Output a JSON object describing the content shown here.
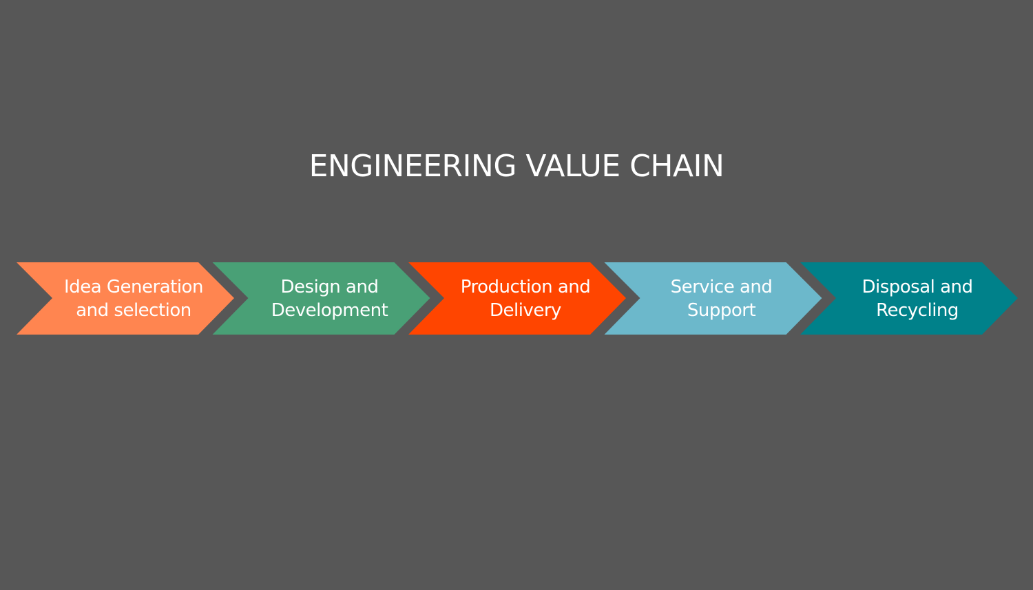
{
  "title": "ENGINEERING VALUE CHAIN",
  "stages": [
    {
      "label": "Idea Generation and selection",
      "lines": [
        "Idea Generation",
        "and selection"
      ],
      "color": "#FF8550"
    },
    {
      "label": "Design and Development",
      "lines": [
        "Design and",
        "Development"
      ],
      "color": "#49A076"
    },
    {
      "label": "Production and Delivery",
      "lines": [
        "Production and",
        "Delivery"
      ],
      "color": "#FF4500"
    },
    {
      "label": "Service and Support",
      "lines": [
        "Service and",
        "Support"
      ],
      "color": "#6CB8CB"
    },
    {
      "label": "Disposal and Recycling",
      "lines": [
        "Disposal and",
        "Recycling"
      ],
      "color": "#00818A"
    }
  ]
}
